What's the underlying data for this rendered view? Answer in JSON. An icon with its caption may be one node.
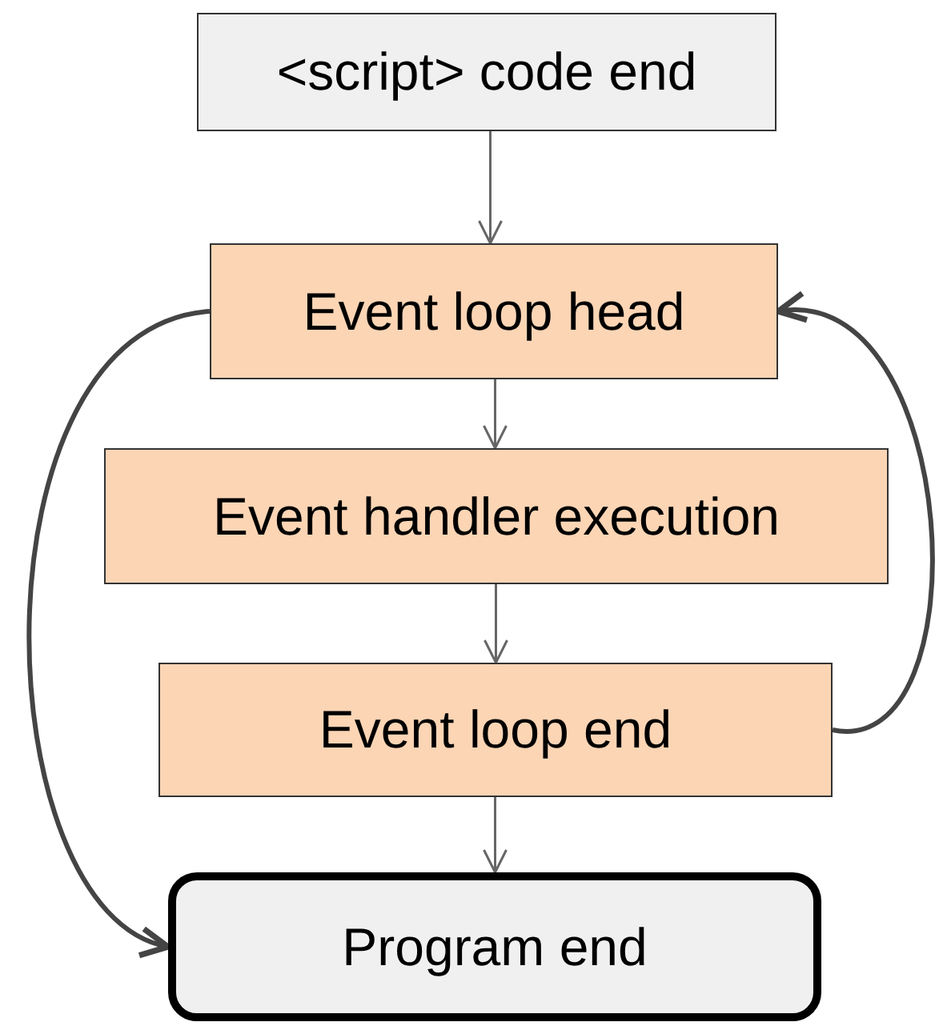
{
  "diagram": {
    "nodes": [
      {
        "text": [
          "<script> code end"
        ]
      },
      {
        "text": [
          "Event loop head"
        ]
      },
      {
        "text": [
          "Event handler execution"
        ]
      },
      {
        "text": [
          "Event loop end"
        ]
      },
      {
        "text": [
          "Program end"
        ]
      }
    ],
    "edges": [
      {
        "from": 0,
        "to": 1,
        "arrow": "to"
      },
      {
        "from": 1,
        "to": 2,
        "arrow": "to"
      },
      {
        "from": 2,
        "to": 3,
        "arrow": "to"
      },
      {
        "from": 3,
        "to": 4,
        "arrow": "to"
      },
      {
        "from": 1,
        "to": 4,
        "arrow": "to",
        "style": "thick"
      },
      {
        "from": 3,
        "to": 1,
        "arrow": "to",
        "style": "thick"
      }
    ]
  }
}
